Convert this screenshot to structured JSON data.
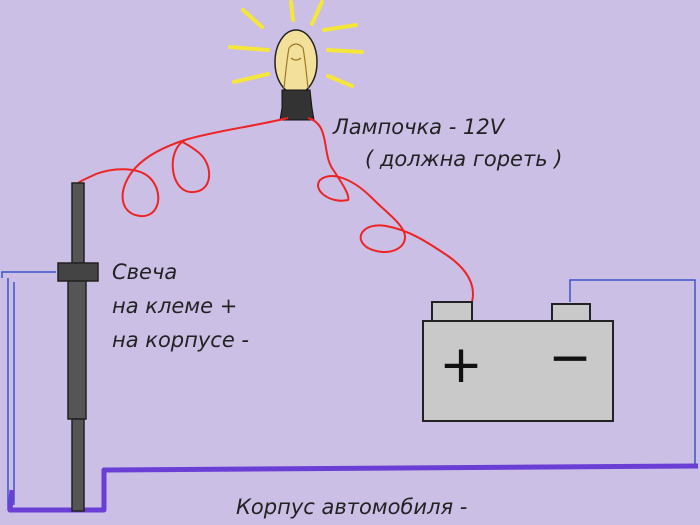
{
  "labels": {
    "bulb_line1": "Лампочка - 12V",
    "bulb_line2": "( должна гореть )",
    "plug_line1": "Свеча",
    "plug_line2": "на клеме +",
    "plug_line3": "на корпусе -",
    "body": "Корпус автомобиля -"
  },
  "battery": {
    "plus_symbol": "+",
    "minus_symbol": "−"
  },
  "colors": {
    "background": "#cbbfe6",
    "wire_red": "#ee2424",
    "body_wire": "#6a3fd6",
    "ground_wire": "#3a55c8",
    "battery_fill": "#c9c9c9",
    "bulb_rays": "#f5e63a",
    "bulb_glass": "#f3e09a",
    "plug_body": "#555555"
  }
}
